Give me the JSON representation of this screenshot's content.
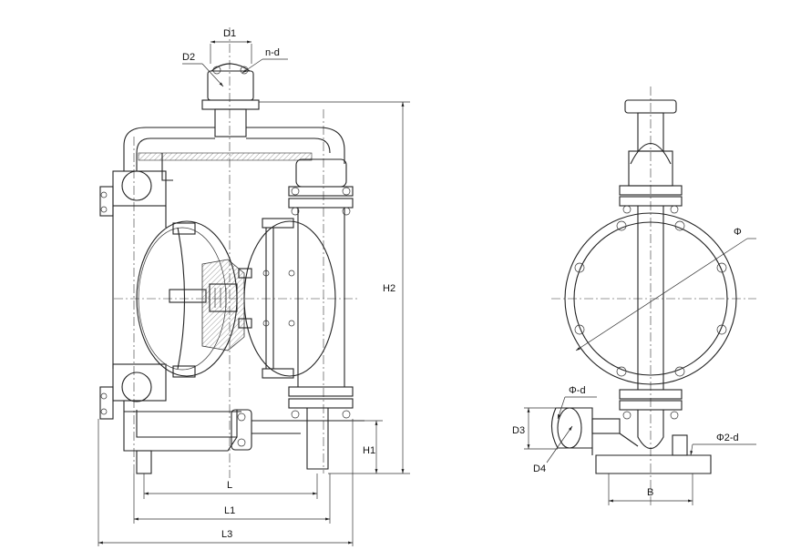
{
  "drawing": {
    "front_view": {
      "labels": {
        "d1": "D1",
        "d2": "D2",
        "nd": "n-d",
        "h2": "H2",
        "h1": "H1",
        "l": "L",
        "l1": "L1",
        "l3": "L3"
      }
    },
    "side_view": {
      "labels": {
        "phi": "Φ",
        "phid": "Φ-d",
        "d3": "D3",
        "d4": "D4",
        "phi2d": "Φ2-d",
        "b": "B"
      }
    }
  }
}
